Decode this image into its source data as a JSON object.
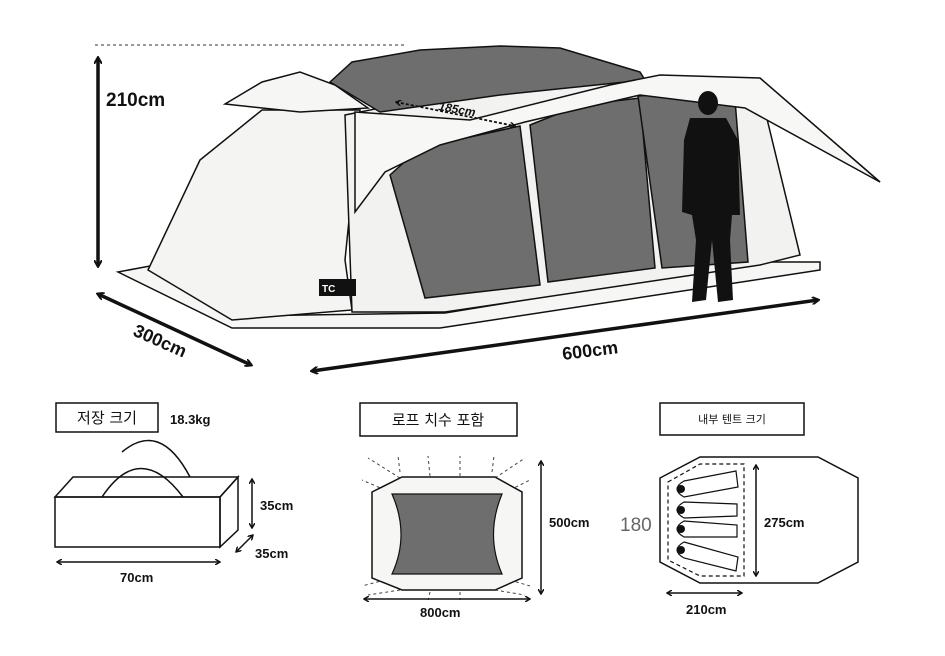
{
  "main_view": {
    "height_label": "210cm",
    "inner_span_label": "185cm",
    "width_label": "300cm",
    "length_label": "600cm",
    "logo_text": "TC"
  },
  "storage": {
    "title": "저장 크기",
    "weight": "18.3kg",
    "height_label": "35cm",
    "depth_label": "35cm",
    "length_label": "70cm"
  },
  "rope_view": {
    "title": "로프 치수 포함",
    "height_label": "500cm",
    "width_label": "800cm"
  },
  "inner_tent": {
    "title": "내부 텐트 크기",
    "side_label": "180",
    "height_label": "275cm",
    "width_label": "210cm"
  },
  "colors": {
    "panel": "#6e6e6e",
    "line": "#111111",
    "tent": "#f4f4f2"
  }
}
